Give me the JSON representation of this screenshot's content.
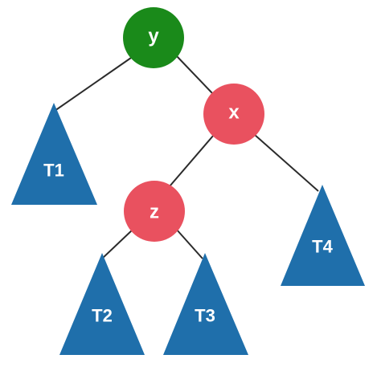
{
  "colors": {
    "root_node": "#1a8a1a",
    "red_node": "#e9515f",
    "subtree": "#1f6fab",
    "edge": "#2b2b2b"
  },
  "nodes": {
    "y": {
      "label": "y",
      "color": "green"
    },
    "x": {
      "label": "x",
      "color": "red"
    },
    "z": {
      "label": "z",
      "color": "red"
    }
  },
  "subtrees": {
    "t1": {
      "label": "T1"
    },
    "t2": {
      "label": "T2"
    },
    "t3": {
      "label": "T3"
    },
    "t4": {
      "label": "T4"
    }
  },
  "edges": [
    {
      "from": "y",
      "to": "t1"
    },
    {
      "from": "y",
      "to": "x"
    },
    {
      "from": "x",
      "to": "z"
    },
    {
      "from": "x",
      "to": "t4"
    },
    {
      "from": "z",
      "to": "t2"
    },
    {
      "from": "z",
      "to": "t3"
    }
  ]
}
